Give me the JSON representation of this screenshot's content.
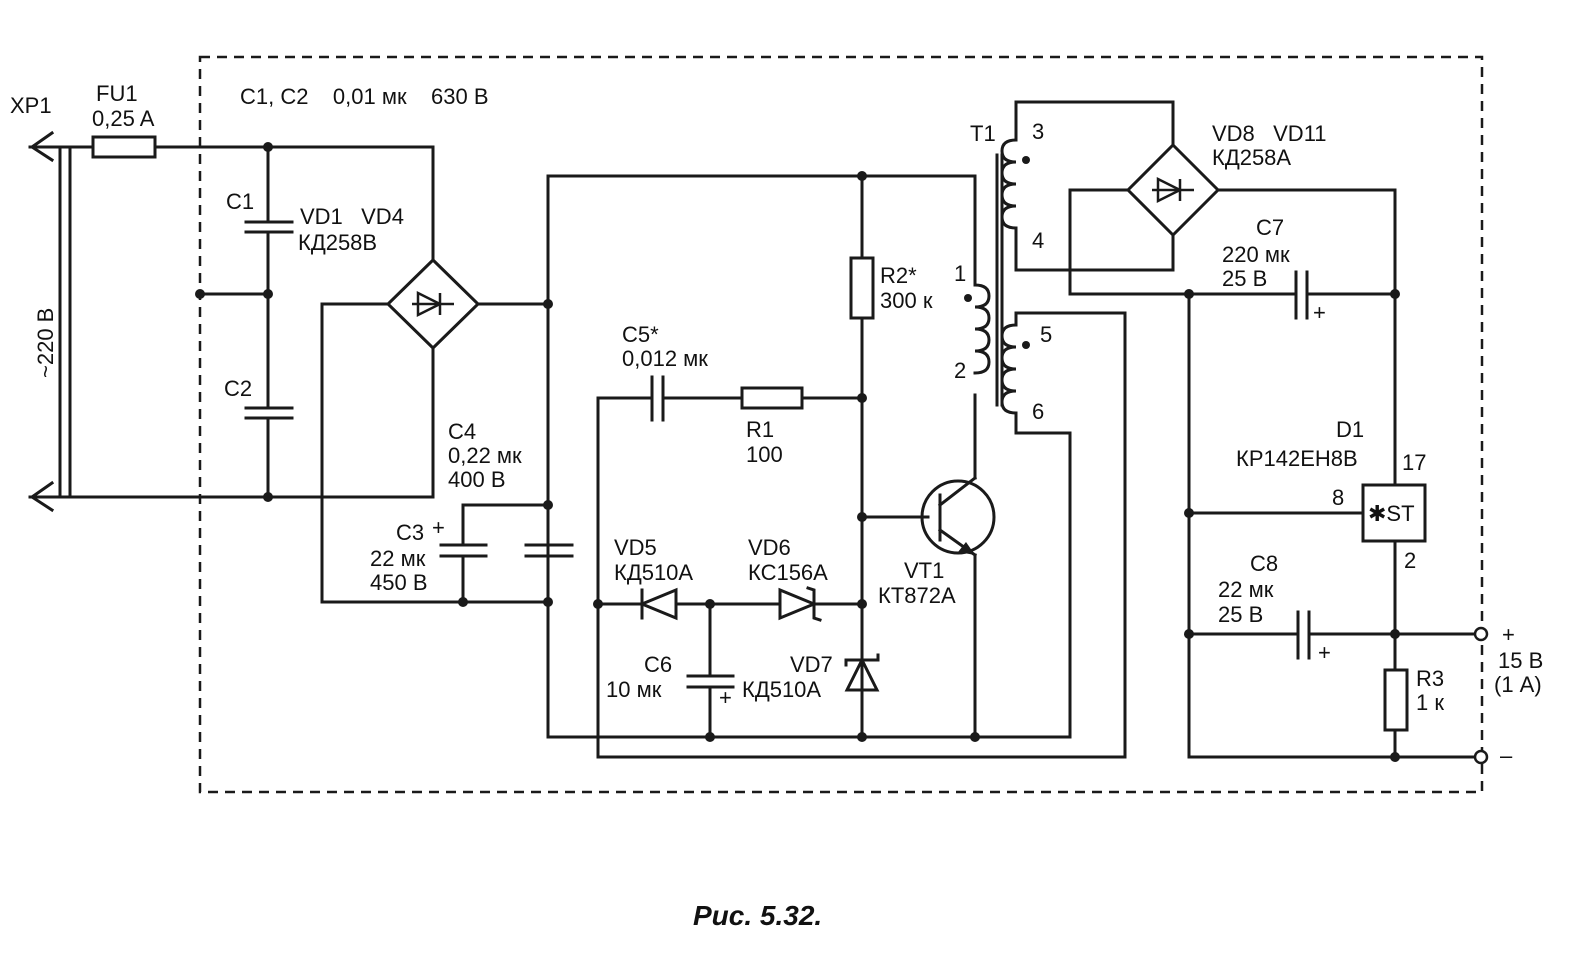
{
  "caption": "Рис. 5.32.",
  "labels": {
    "xp1": "XP1",
    "fu1": "FU1",
    "fu1_val": "0,25 A",
    "c1c2_note": "C1, C2    0,01 мк    630 В",
    "c1": "C1",
    "c2": "C2",
    "vd1_vd4": "VD1   VD4",
    "vd1_type": "КД258В",
    "mains": "~220 В",
    "c4": "C4",
    "c4_val1": "0,22 мк",
    "c4_val2": "400 В",
    "c3": "C3",
    "c3_plus": "+",
    "c3_val1": "22 мк",
    "c3_val2": "450 В",
    "c5": "C5*",
    "c5_val": "0,012 мк",
    "r1": "R1",
    "r1_val": "100",
    "r2": "R2*",
    "r2_val": "300 к",
    "vd5": "VD5",
    "vd5_type": "КД510А",
    "vd6": "VD6",
    "vd6_type": "КС156А",
    "c6": "C6",
    "c6_val": "10 мк",
    "c6_plus": "+",
    "vd7": "VD7",
    "vd7_type": "КД510А",
    "vt1": "VT1",
    "vt1_type": "КТ872А",
    "t1": "T1",
    "pin1": "1",
    "pin2": "2",
    "pin3": "3",
    "pin4": "4",
    "pin5": "5",
    "pin6": "6",
    "vd8_vd11": "VD8   VD11",
    "vd8_type": "КД258А",
    "c7": "C7",
    "c7_val1": "220 мк",
    "c7_val2": "25 В",
    "c7_plus": "+",
    "d1": "D1",
    "d1_type": "КР142ЕН8В",
    "d1_pin17": "17",
    "d1_pin8": "8",
    "d1_pin2": "2",
    "d1_st": "✱ST",
    "c8": "C8",
    "c8_val1": "22 мк",
    "c8_val2": "25 В",
    "c8_plus": "+",
    "r3": "R3",
    "r3_val": "1 к",
    "out_plus": "+",
    "out_minus": "–",
    "out_v": "15 В",
    "out_i": "(1 А)"
  }
}
